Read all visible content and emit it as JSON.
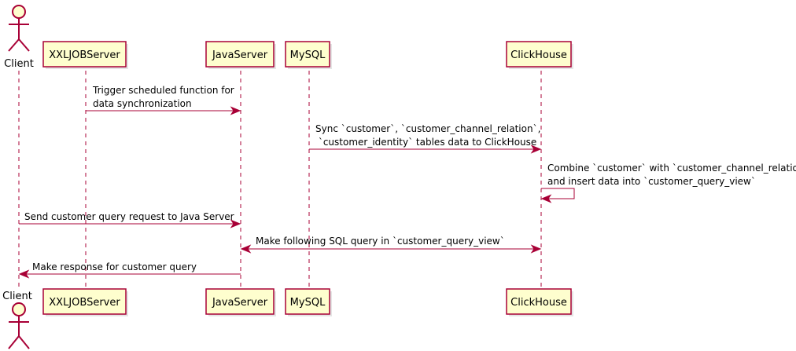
{
  "participants": {
    "client": "Client",
    "xxljob": "XXLJOBServer",
    "java": "JavaServer",
    "mysql": "MySQL",
    "clickhouse": "ClickHouse"
  },
  "messages": {
    "m1_line1": "Trigger scheduled function for",
    "m1_line2": "data synchronization",
    "m2_line1": "Sync `customer`, `customer_channel_relation`,",
    "m2_line2": " `customer_identity` tables data to ClickHouse",
    "m3_line1": "Combine `customer` with `customer_channel_relation`",
    "m3_line2": "and insert data into `customer_query_view`",
    "m4": "Send customer query request to Java Server",
    "m5": "Make following SQL query in `customer_query_view`",
    "m6": "Make response for customer query"
  },
  "colors": {
    "participant_fill": "#FEFECE",
    "border": "#A80036"
  }
}
